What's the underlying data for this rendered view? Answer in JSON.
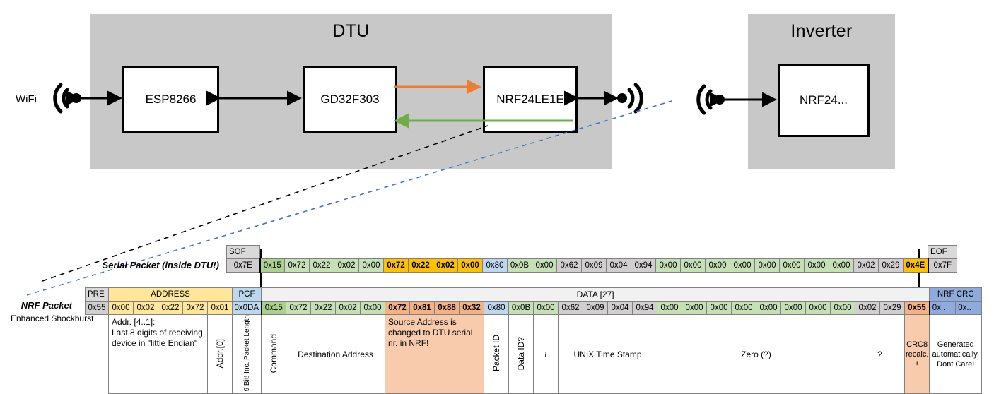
{
  "diagram": {
    "dtu": {
      "title": "DTU",
      "chips": [
        "ESP8266",
        "GD32F303",
        "NRF24LE1E"
      ],
      "wifi_label": "WiFi",
      "arrow_tx_color": "#ED7D31",
      "arrow_rx_color": "#70AD47"
    },
    "inverter": {
      "title": "Inverter",
      "chip": "NRF24..."
    }
  },
  "serial_packet": {
    "label": "Serial Packet (inside DTU!)",
    "header": {
      "sof": "SOF",
      "eof": "EOF"
    },
    "cells": [
      {
        "t": "0x7E",
        "c": "gray"
      },
      {
        "t": "0x15",
        "c": "greenb"
      },
      {
        "t": "0x72",
        "c": "green"
      },
      {
        "t": "0x22",
        "c": "green"
      },
      {
        "t": "0x02",
        "c": "green"
      },
      {
        "t": "0x00",
        "c": "green"
      },
      {
        "t": "0x72",
        "c": "yellow"
      },
      {
        "t": "0x22",
        "c": "yellow"
      },
      {
        "t": "0x02",
        "c": "yellow"
      },
      {
        "t": "0x00",
        "c": "yellow"
      },
      {
        "t": "0x80",
        "c": "blue"
      },
      {
        "t": "0x0B",
        "c": "green"
      },
      {
        "t": "0x00",
        "c": "green"
      },
      {
        "t": "0x62",
        "c": "gray"
      },
      {
        "t": "0x09",
        "c": "gray"
      },
      {
        "t": "0x04",
        "c": "gray"
      },
      {
        "t": "0x94",
        "c": "gray"
      },
      {
        "t": "0x00",
        "c": "green"
      },
      {
        "t": "0x00",
        "c": "green"
      },
      {
        "t": "0x00",
        "c": "green"
      },
      {
        "t": "0x00",
        "c": "green"
      },
      {
        "t": "0x00",
        "c": "green"
      },
      {
        "t": "0x00",
        "c": "green"
      },
      {
        "t": "0x00",
        "c": "green"
      },
      {
        "t": "0x00",
        "c": "green"
      },
      {
        "t": "0x02",
        "c": "gray"
      },
      {
        "t": "0x29",
        "c": "gray"
      },
      {
        "t": "0x4E",
        "c": "yellow"
      },
      {
        "t": "0x7F",
        "c": "gray"
      }
    ]
  },
  "nrf_packet": {
    "label": "NRF Packet",
    "sublabel": "Enhanced Shockburst",
    "headers": {
      "pre": "PRE",
      "address": "ADDRESS",
      "pcf": "PCF",
      "data": "DATA [27]",
      "nrf_crc": "NRF CRC"
    },
    "cells": [
      {
        "t": "0x55",
        "c": "gray"
      },
      {
        "t": "0x00",
        "c": "amber"
      },
      {
        "t": "0x02",
        "c": "amber"
      },
      {
        "t": "0x22",
        "c": "amber"
      },
      {
        "t": "0x72",
        "c": "amber"
      },
      {
        "t": "0x01",
        "c": "amber"
      },
      {
        "t": "0x0DA",
        "c": "blue"
      },
      {
        "t": "0x15",
        "c": "greenb"
      },
      {
        "t": "0x72",
        "c": "green"
      },
      {
        "t": "0x22",
        "c": "green"
      },
      {
        "t": "0x02",
        "c": "green"
      },
      {
        "t": "0x00",
        "c": "green"
      },
      {
        "t": "0x72",
        "c": "orange"
      },
      {
        "t": "0x81",
        "c": "orange"
      },
      {
        "t": "0x88",
        "c": "orange"
      },
      {
        "t": "0x32",
        "c": "orange"
      },
      {
        "t": "0x80",
        "c": "blue"
      },
      {
        "t": "0x0B",
        "c": "green"
      },
      {
        "t": "0x00",
        "c": "green"
      },
      {
        "t": "0x62",
        "c": "gray"
      },
      {
        "t": "0x09",
        "c": "gray"
      },
      {
        "t": "0x04",
        "c": "gray"
      },
      {
        "t": "0x94",
        "c": "gray"
      },
      {
        "t": "0x00",
        "c": "green"
      },
      {
        "t": "0x00",
        "c": "green"
      },
      {
        "t": "0x00",
        "c": "green"
      },
      {
        "t": "0x00",
        "c": "green"
      },
      {
        "t": "0x00",
        "c": "green"
      },
      {
        "t": "0x00",
        "c": "green"
      },
      {
        "t": "0x00",
        "c": "green"
      },
      {
        "t": "0x00",
        "c": "green"
      },
      {
        "t": "0x02",
        "c": "gray"
      },
      {
        "t": "0x29",
        "c": "gray"
      },
      {
        "t": "0x55",
        "c": "orange"
      },
      {
        "t": "0x..",
        "c": "bluev"
      },
      {
        "t": "0x..",
        "c": "bluev"
      }
    ],
    "descriptions": {
      "address": "Addr. [4..1]:\nLast 8 digits of receiving device in \"little Endian\"",
      "addr0": "Addr.[0]",
      "pcf": "9 Bit!  Inc. Packet Length",
      "command": "Command",
      "destination": "Destination Address",
      "source": "Source Address is changed to DTU serial nr. in NRF!",
      "packet_id": "Packet ID",
      "data_id": "Data ID?",
      "tilde": "~",
      "unix": "UNIX Time Stamp",
      "zero": "Zero (?)",
      "question": "?",
      "crc8": "CRC8 recalc. !",
      "nrf_crc_note": "Generated automatically. Dont Care!"
    }
  }
}
